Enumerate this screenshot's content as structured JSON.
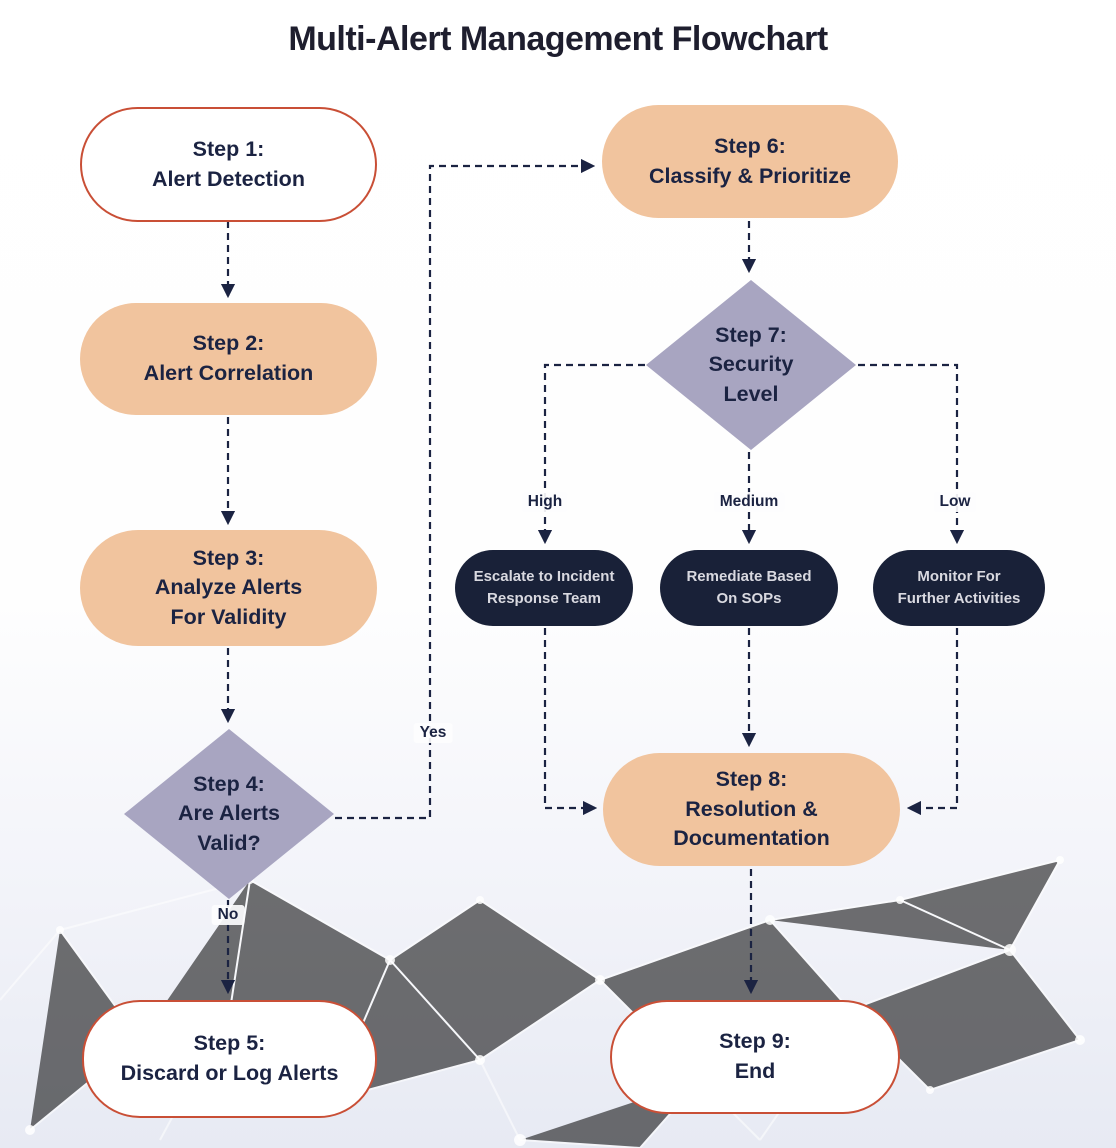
{
  "title": "Multi-Alert Management Flowchart",
  "colors": {
    "process_fill": "#f1c49e",
    "decision_fill": "#a8a5c1",
    "action_fill": "#192138",
    "terminal_border": "#c94f36",
    "connector": "#1b2342",
    "text_dark": "#1b2342",
    "action_text": "#d9d9e0"
  },
  "nodes": {
    "step1": {
      "label": "Step 1:\nAlert Detection",
      "type": "terminal"
    },
    "step2": {
      "label": "Step 2:\nAlert Correlation",
      "type": "process"
    },
    "step3": {
      "label": "Step 3:\nAnalyze Alerts\nFor Validity",
      "type": "process"
    },
    "step4": {
      "label": "Step 4:\nAre Alerts\nValid?",
      "type": "decision"
    },
    "step5": {
      "label": "Step 5:\nDiscard or Log Alerts",
      "type": "terminal"
    },
    "step6": {
      "label": "Step 6:\nClassify & Prioritize",
      "type": "process"
    },
    "step7": {
      "label": "Step 7:\nSecurity\nLevel",
      "type": "decision"
    },
    "action_high": {
      "label": "Escalate to Incident\nResponse Team",
      "type": "action"
    },
    "action_medium": {
      "label": "Remediate Based\nOn SOPs",
      "type": "action"
    },
    "action_low": {
      "label": "Monitor For\nFurther Activities",
      "type": "action"
    },
    "step8": {
      "label": "Step 8:\nResolution &\nDocumentation",
      "type": "process"
    },
    "step9": {
      "label": "Step 9:\nEnd",
      "type": "terminal"
    }
  },
  "edge_labels": {
    "yes": "Yes",
    "no": "No",
    "high": "High",
    "medium": "Medium",
    "low": "Low"
  }
}
